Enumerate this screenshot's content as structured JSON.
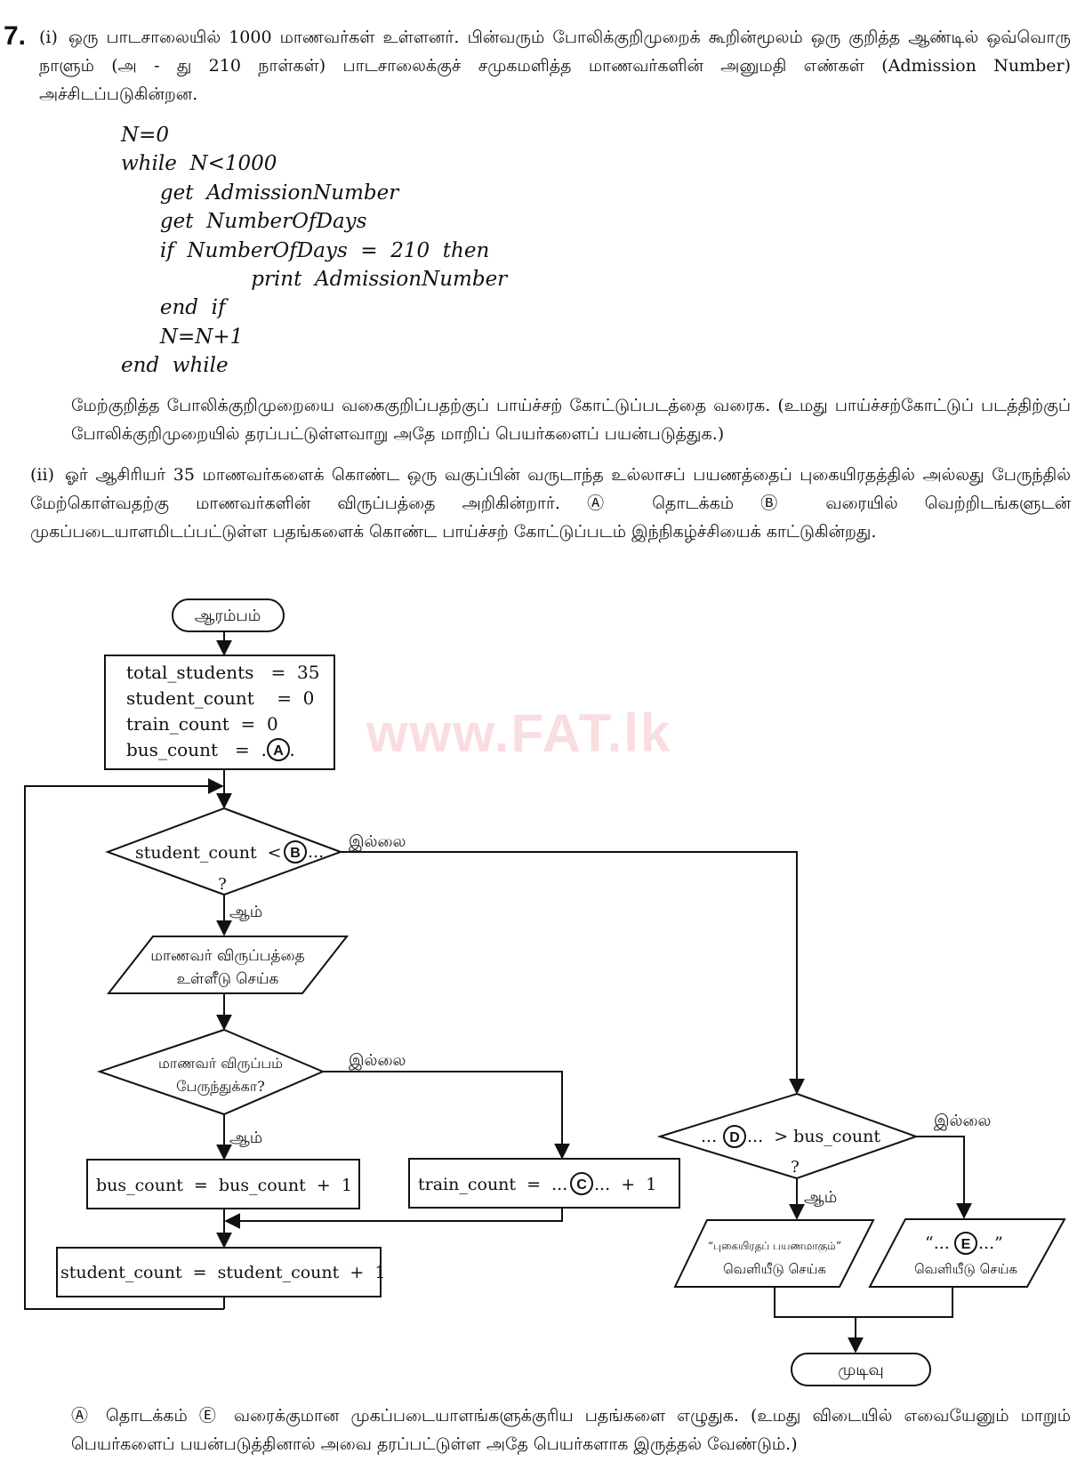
{
  "question_number": "7.",
  "part_i": {
    "label": "(i)",
    "intro": "ஒரு பாடசாலையில் 1000 மாணவர்கள் உள்ளனர். பின்வரும் போலிக்குறிமுறைக் கூறின்மூலம் ஒரு குறித்த ஆண்டில் ஒவ்வொரு நாளும் (அ - து 210 நாள்கள்) பாடசாலைக்குச் சமுகமளித்த மாணவர்களின் அனுமதி எண்கள் (Admission Number) அச்சிடப்படுகின்றன.",
    "pseudocode": [
      "N=0",
      "while  N<1000",
      "      get  AdmissionNumber",
      "      get  NumberOfDays",
      "      if  NumberOfDays  =  210  then",
      "                    print  AdmissionNumber",
      "      end  if",
      "      N=N+1",
      "end  while"
    ],
    "instruction": "மேற்குறித்த போலிக்குறிமுறையை வகைகுறிப்பதற்குப் பாய்ச்சற் கோட்டுப்படத்தை வரைக. (உமது பாய்ச்சற்கோட்டுப் படத்திற்குப் போலிக்குறிமுறையில் தரப்பட்டுள்ளவாறு அதே மாறிப் பெயர்களைப் பயன்படுத்துக.)"
  },
  "part_ii": {
    "label": "(ii)",
    "intro": "ஓர் ஆசிரியர் 35 மாணவர்களைக் கொண்ட ஒரு வகுப்பின் வருடாந்த உல்லாசப் பயணத்தைப் புகையிரதத்தில் அல்லது பேருந்தில் மேற்கொள்வதற்கு மாணவர்களின் விருப்பத்தை அறிகின்றார். Ⓐ தொடக்கம் Ⓑ வரையில் வெற்றிடங்களுடன் முகப்படையாளமிடப்பட்டுள்ள பதங்களைக் கொண்ட பாய்ச்சற் கோட்டுப்படம் இந்நிகழ்ச்சியைக் காட்டுகின்றது."
  },
  "watermark": "www.FAT.lk",
  "flowchart": {
    "start": "ஆரம்பம்",
    "init_lines": [
      "total_students   =  35",
      "student_count    =  0",
      "train_count  =  0",
      "bus_count   =  .. ..."
    ],
    "marker_a": "A",
    "loop_condition": "student_count  <",
    "marker_b": "B",
    "condition_suffix": "...",
    "question_mark": "?",
    "no_label": "இல்லை",
    "yes_label": "ஆம்",
    "input_lines": [
      "மாணவர் விருப்பத்தை",
      "உள்ளீடு செய்க"
    ],
    "bus_condition_lines": [
      "மாணவர் விருப்பம்",
      "பேருந்துக்கா?"
    ],
    "bus_increment": "bus_count  =  bus_count  +  1",
    "train_increment_prefix": "train_count  =  ...",
    "marker_c": "C",
    "train_increment_suffix": "...  +  1",
    "student_increment": "student_count  =  student_count  +  1",
    "compare_prefix": "...",
    "marker_d": "D",
    "compare_suffix": "...  > bus_count",
    "output_train_lines": [
      "“புகையிரதப் பயணமாகும்”",
      "வெளியீடு செய்க"
    ],
    "output_e_prefix": "“...",
    "marker_e": "E",
    "output_e_suffix": "...”",
    "output_e_label": "வெளியீடு செய்க",
    "end": "முடிவு"
  },
  "final_instruction": "Ⓐ தொடக்கம் Ⓔ வரைக்குமான முகப்படையாளங்களுக்குரிய பதங்களை எழுதுக. (உமது விடையில் எவையேனும் மாறும் பெயர்களைப் பயன்படுத்தினால் அவை தரப்பட்டுள்ள அதே பெயர்களாக இருத்தல் வேண்டும்.)"
}
